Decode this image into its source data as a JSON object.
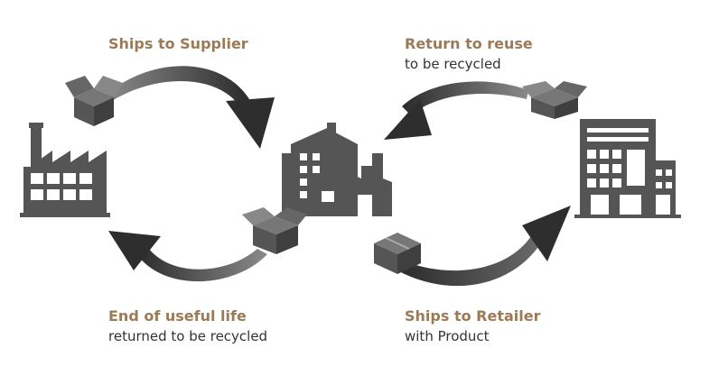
{
  "colors": {
    "accent": "#9c7a55",
    "text": "#333333",
    "icon": "#555555",
    "arrow_dark": "#2e2e2e",
    "arrow_light": "#808080"
  },
  "labels": {
    "ships_to_supplier": {
      "title": "Ships to Supplier",
      "sub": ""
    },
    "return_to_reuse": {
      "title": "Return to reuse",
      "sub": "to be recycled"
    },
    "end_of_useful_life": {
      "title": "End of useful life",
      "sub": "returned to be recycled"
    },
    "ships_to_retailer": {
      "title": "Ships to Retailer",
      "sub": "with Product"
    }
  },
  "icons": {
    "left": "factory-icon",
    "center": "supplier-buildings-icon",
    "right": "retailer-building-icon",
    "boxes": "box-icon"
  }
}
